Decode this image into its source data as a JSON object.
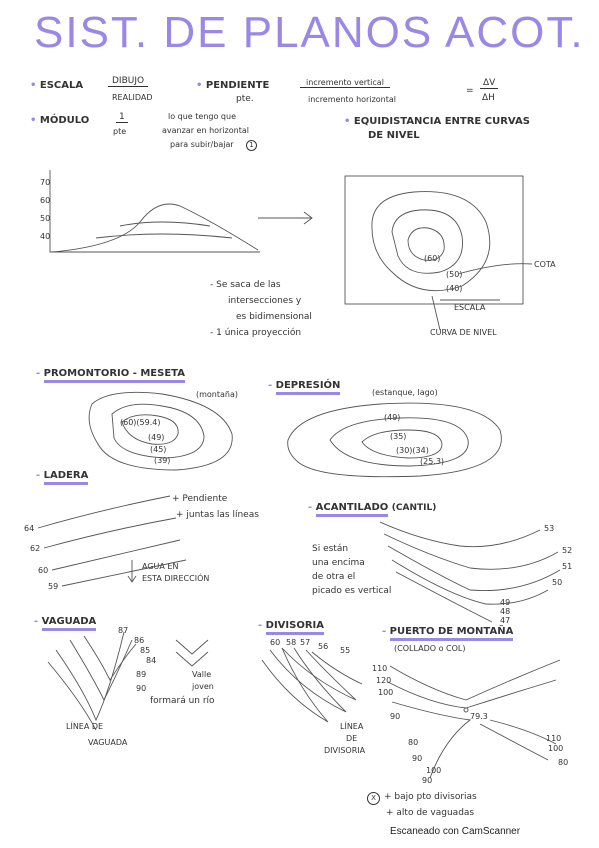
{
  "title": "SIST. DE PLANOS ACOT.",
  "row1": {
    "escala": "ESCALA",
    "dibujo": "DIBUJO",
    "real": "REALIDAD",
    "pendiente": "PENDIENTE",
    "pte": "pte.",
    "inc_v": "incremento vertical",
    "inc_h": "incremento horizontal",
    "eq": "=",
    "dv": "ΔV",
    "dh": "ΔH"
  },
  "row2": {
    "modulo": "MÓDULO",
    "one": "1",
    "pte": "pte",
    "l1": "lo que tengo que",
    "l2": "avanzar en horizontal",
    "l3": "para subir/bajar",
    "circ": "1",
    "equi1": "EQUIDISTANCIA ENTRE CURVAS",
    "equi2": "DE NIVEL"
  },
  "fig1": {
    "y_ticks": [
      "70",
      "60",
      "50",
      "40"
    ],
    "plan_labels": [
      "(60)",
      "(50)",
      "(40)"
    ],
    "cota": "COTA",
    "escala": "ESCALA",
    "curva": "CURVA DE NIVEL",
    "n1": "- Se saca de las",
    "n2": "intersecciones y",
    "n3": "es bidimensional",
    "n4": "- 1 única proyección"
  },
  "promontorio": {
    "head": "PROMONTORIO - MESETA",
    "sub": "(montaña)",
    "labels": [
      "(60)(59.4)",
      "(49)",
      "(45)",
      "(39)"
    ]
  },
  "depresion": {
    "head": "DEPRESIÓN",
    "sub": "(estanque, lago)",
    "labels": [
      "(49)",
      "(35)",
      "(30)(34)",
      "(25.3)"
    ]
  },
  "ladera": {
    "head": "LADERA",
    "p1": "+ Pendiente",
    "p2": "+ juntas las líneas",
    "nums": [
      "64",
      "62",
      "60",
      "59"
    ],
    "agua1": "AGUA EN",
    "agua2": "ESTA DIRECCIÓN"
  },
  "acantilado": {
    "head": "ACANTILADO",
    "sub": "(CANTIL)",
    "t1": "Si están",
    "t2": "una encima",
    "t3": "de otra el",
    "t4": "picado es vertical",
    "nums": [
      "53",
      "52",
      "51",
      "50",
      "49",
      "48",
      "47"
    ]
  },
  "vaguada": {
    "head": "VAGUADA",
    "nums": [
      "89",
      "90",
      "87",
      "86",
      "85",
      "84"
    ],
    "valle1": "Valle",
    "valle2": "joven",
    "formara": "formará un río",
    "linea1": "LÍNEA DE",
    "linea2": "VAGUADA"
  },
  "divisoria": {
    "head": "DIVISORIA",
    "nums": [
      "60",
      "58",
      "57",
      "56",
      "55"
    ],
    "linea1": "LÍNEA",
    "linea2": "DE",
    "linea3": "DIVISORIA"
  },
  "puerto": {
    "head": "PUERTO DE MONTAÑA",
    "sub": "(COLLADO o COL)",
    "nums": [
      "110",
      "120",
      "100",
      "90",
      "80",
      "90",
      "100",
      "90",
      "80",
      "100",
      "110"
    ],
    "pt": "79.3",
    "x": "X",
    "b1": "+ bajo pto divisorias",
    "b2": "+ alto de vaguadas"
  },
  "footer": "Escaneado con CamScanner"
}
